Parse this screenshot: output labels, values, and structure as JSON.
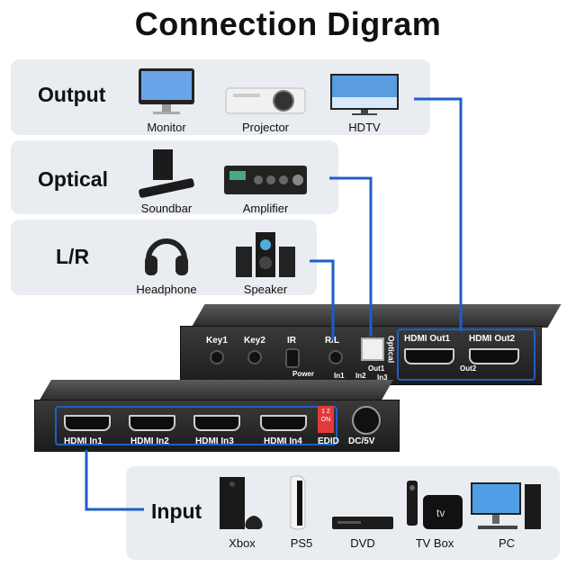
{
  "title": "Connection Digram",
  "groups": {
    "output": {
      "label": "Output",
      "devices": [
        {
          "name": "Monitor",
          "icon": "monitor-icon"
        },
        {
          "name": "Projector",
          "icon": "projector-icon"
        },
        {
          "name": "HDTV",
          "icon": "tv-icon"
        }
      ]
    },
    "optical": {
      "label": "Optical",
      "devices": [
        {
          "name": "Soundbar",
          "icon": "soundbar-icon"
        },
        {
          "name": "Amplifier",
          "icon": "amplifier-icon"
        }
      ]
    },
    "lr": {
      "label": "L/R",
      "devices": [
        {
          "name": "Headphone",
          "icon": "headphone-icon"
        },
        {
          "name": "Speaker",
          "icon": "speaker-icon"
        }
      ]
    },
    "input": {
      "label": "Input",
      "devices": [
        {
          "name": "Xbox",
          "icon": "xbox-icon"
        },
        {
          "name": "PS5",
          "icon": "ps5-icon"
        },
        {
          "name": "DVD",
          "icon": "dvd-icon"
        },
        {
          "name": "TV Box",
          "icon": "tvbox-icon"
        },
        {
          "name": "PC",
          "icon": "pc-icon"
        }
      ]
    }
  },
  "output_box": {
    "key1": "Key1",
    "key2": "Key2",
    "ir": "IR",
    "rl": "R/L",
    "optical": "Optical",
    "hdmi_out1": "HDMI Out1",
    "hdmi_out2": "HDMI Out2",
    "power": "Power",
    "in1": "In1",
    "in2": "In2",
    "in3": "In3",
    "out1": "Out1",
    "out2": "Out2"
  },
  "input_box": {
    "hdmi_in1": "HDMI In1",
    "hdmi_in2": "HDMI In2",
    "hdmi_in3": "HDMI In3",
    "hdmi_in4": "HDMI In4",
    "edid": "EDID",
    "dc": "DC/5V",
    "dip": "1 2 ON"
  },
  "colors": {
    "panel": "#e9ecf1",
    "wire": "#1e5ec8",
    "box": "#222222"
  }
}
